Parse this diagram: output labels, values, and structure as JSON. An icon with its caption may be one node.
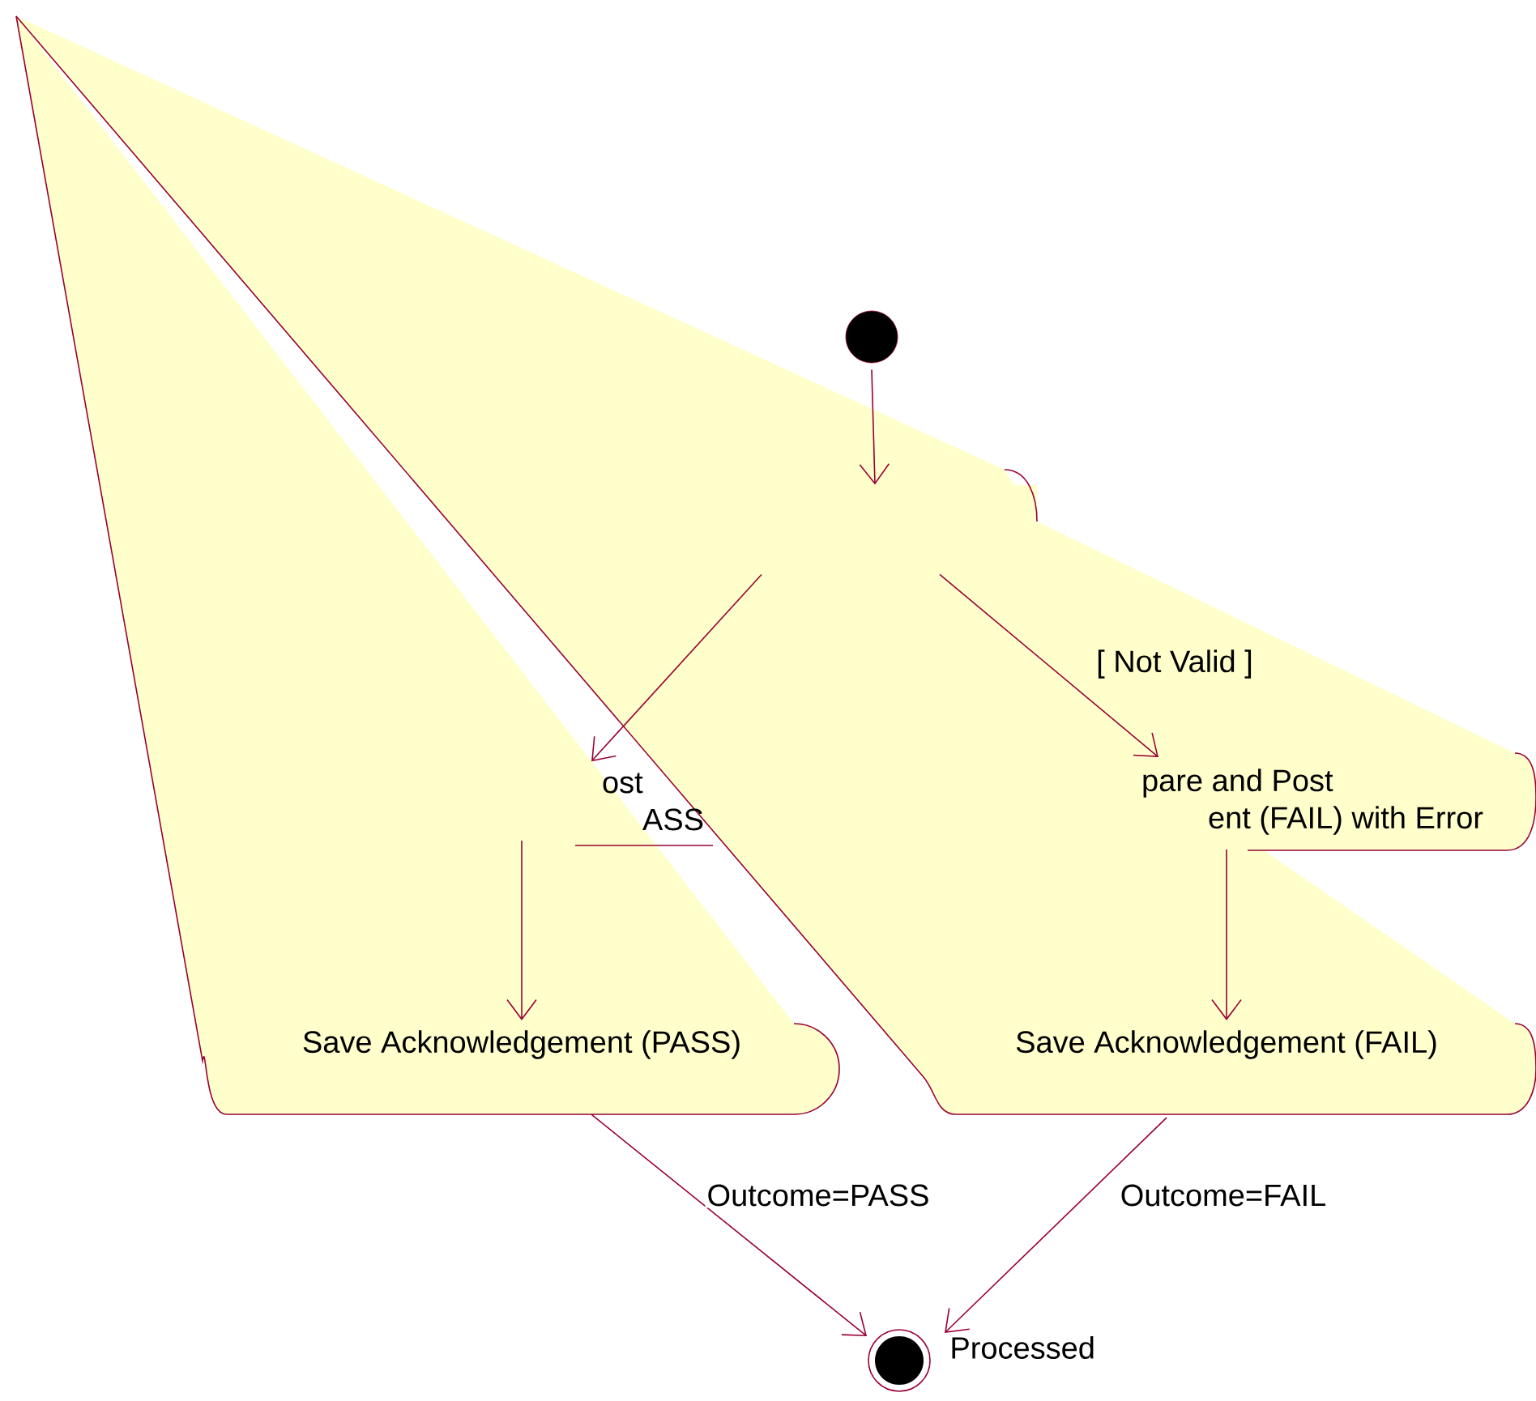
{
  "diagram": {
    "nodes": [
      {
        "text": [],
        "shape": "circle"
      },
      {
        "text": [],
        "shape": "box"
      },
      {
        "text": [
          "ost",
          "ASS"
        ]
      },
      {
        "text": [
          "pare and Post",
          "ent (FAIL) with Error"
        ]
      },
      {
        "text": [
          "Save Acknowledgement (PASS)"
        ]
      },
      {
        "text": [
          "Save Acknowledgement (FAIL)"
        ]
      },
      {
        "text": [],
        "shape": "circle",
        "beside": [
          "Processed"
        ]
      }
    ],
    "edges": [
      {
        "from": 0,
        "to": 1,
        "arrow": "to"
      },
      {
        "from": 1,
        "to": 2,
        "arrow": "to"
      },
      {
        "from": 1,
        "to": 3,
        "arrow": "to",
        "label": "[ Not Valid ]"
      },
      {
        "from": 2,
        "to": 4,
        "arrow": "to"
      },
      {
        "from": 3,
        "to": 5,
        "arrow": "to"
      },
      {
        "from": 4,
        "to": 6,
        "arrow": "to",
        "label": "Outcome=PASS"
      },
      {
        "from": 5,
        "to": 6,
        "arrow": "to",
        "label": "Outcome=FAIL"
      }
    ]
  }
}
